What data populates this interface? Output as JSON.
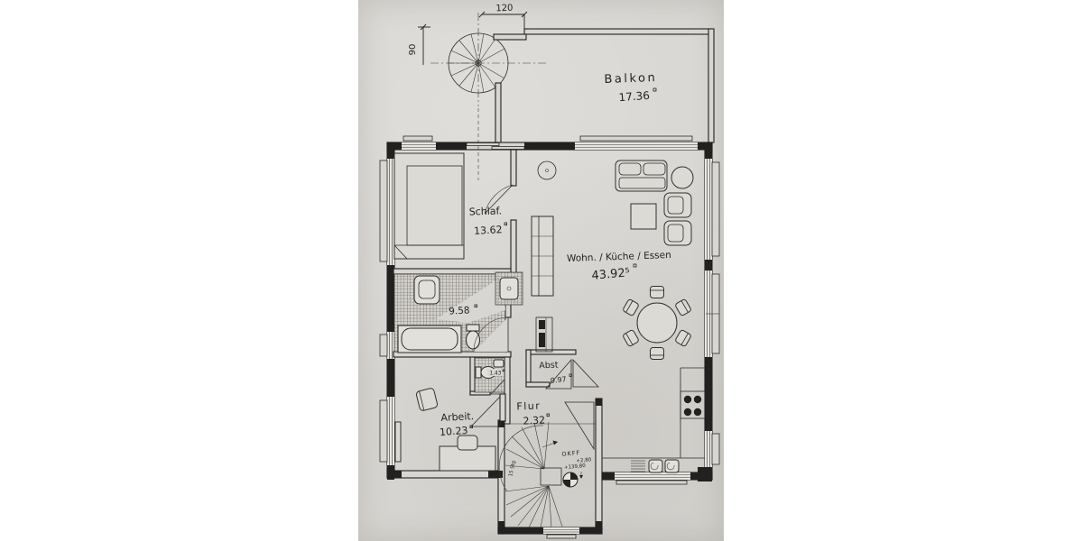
{
  "colors": {
    "canvas": "#ffffff",
    "paper": "#d8d6d2",
    "ink": "#22211f"
  },
  "dimensions": {
    "top_width": "120",
    "left_height": "90"
  },
  "rooms": {
    "balkon": {
      "label": "Balkon",
      "area": "17.36"
    },
    "schlaf": {
      "label": "Schlaf.",
      "area": "13.62"
    },
    "wohn": {
      "label": "Wohn. / Küche / Essen",
      "area": "43.92⁵"
    },
    "bad": {
      "area": "9.58"
    },
    "wc": {
      "area": "1.43"
    },
    "abst": {
      "label": "Abst",
      "area": "0.97"
    },
    "flur": {
      "label": "Flur",
      "area": "2.32"
    },
    "arbeit": {
      "label": "Arbeit.",
      "area": "10.23"
    }
  },
  "stairs": {
    "note": "OKFF",
    "level_upper": "+2,80",
    "level_lower": "+139,80",
    "steps": "15 Stg"
  }
}
